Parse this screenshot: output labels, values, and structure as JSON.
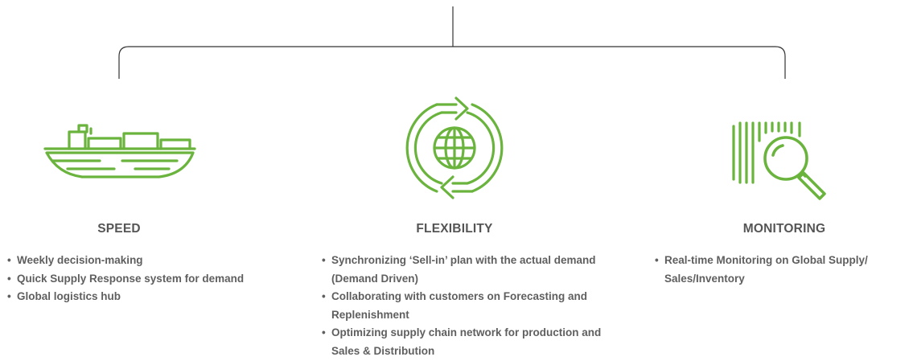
{
  "columns": [
    {
      "title": "SPEED",
      "icon": "cargo-ship-icon",
      "bullets": [
        "Weekly decision-making",
        "Quick Supply Response system for demand",
        "Global logistics hub"
      ]
    },
    {
      "title": "FLEXIBILITY",
      "icon": "globe-cycle-icon",
      "bullets": [
        "Synchronizing ‘Sell-in’ plan with the actual demand (Demand Driven)",
        "Collaborating with customers on Forecasting and Replenishment",
        "Optimizing supply chain network for production and Sales & Distribution"
      ]
    },
    {
      "title": "MONITORING",
      "icon": "barcode-magnifier-icon",
      "bullets": [
        "Real-time Monitoring on Global Supply/ Sales/Inventory"
      ]
    }
  ],
  "colors": {
    "icon_green": "#6ab43e",
    "text_gray": "#5f5f5f",
    "line": "#333333"
  }
}
